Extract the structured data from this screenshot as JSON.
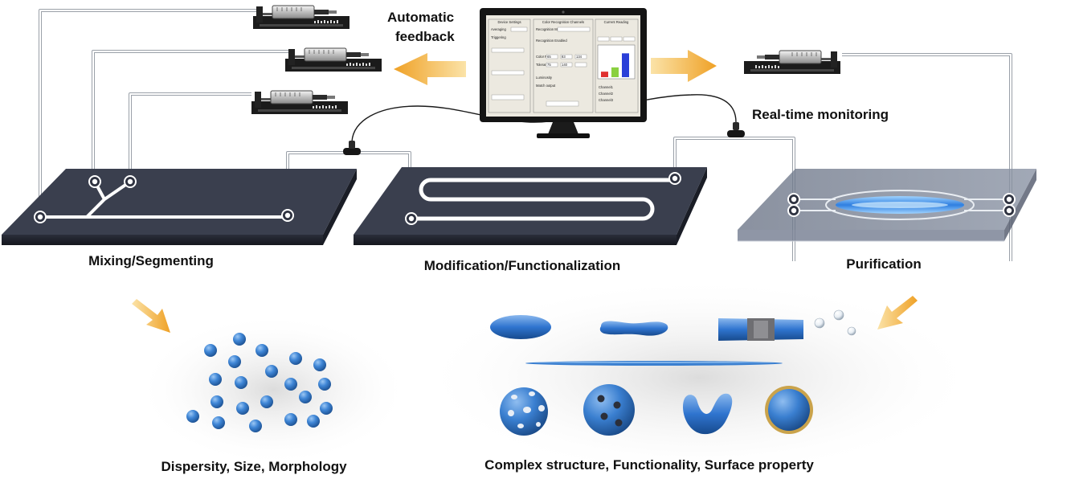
{
  "labels": {
    "automatic_feedback_line1": "Automatic",
    "automatic_feedback_line2": "feedback",
    "realtime_monitoring": "Real-time monitoring",
    "mixing_segmenting": "Mixing/Segmenting",
    "modification_functionalization": "Modification/Functionalization",
    "purification": "Purification",
    "dispersity_caption": "Dispersity, Size, Morphology",
    "complex_caption": "Complex structure, Functionality, Surface property"
  },
  "monitor_screen": {
    "panel_titles": [
      "Device Settings",
      "Color Recognition Channels",
      "Current Reading"
    ],
    "fields": [
      "Averaging",
      "Triggering",
      "Recognition Mode",
      "Recognition Enabled",
      "Color Fill",
      "Tolerance",
      "Luminosity",
      "Match output"
    ],
    "values": [
      "65",
      "83",
      "134",
      "75",
      "140",
      "Channel1",
      "Channel2",
      "Channel3"
    ],
    "bar_colors": [
      "#e03030",
      "#8ad040",
      "#2a3fd8"
    ],
    "bar_levels": [
      0.18,
      0.32,
      0.78
    ]
  },
  "colors": {
    "particle_blue": "#3f86d6",
    "particle_dark": "#1d4f8f",
    "chip_top": "#3a3f4e",
    "arrow_orange": "#f0a52c",
    "channel_white": "#ffffff"
  }
}
